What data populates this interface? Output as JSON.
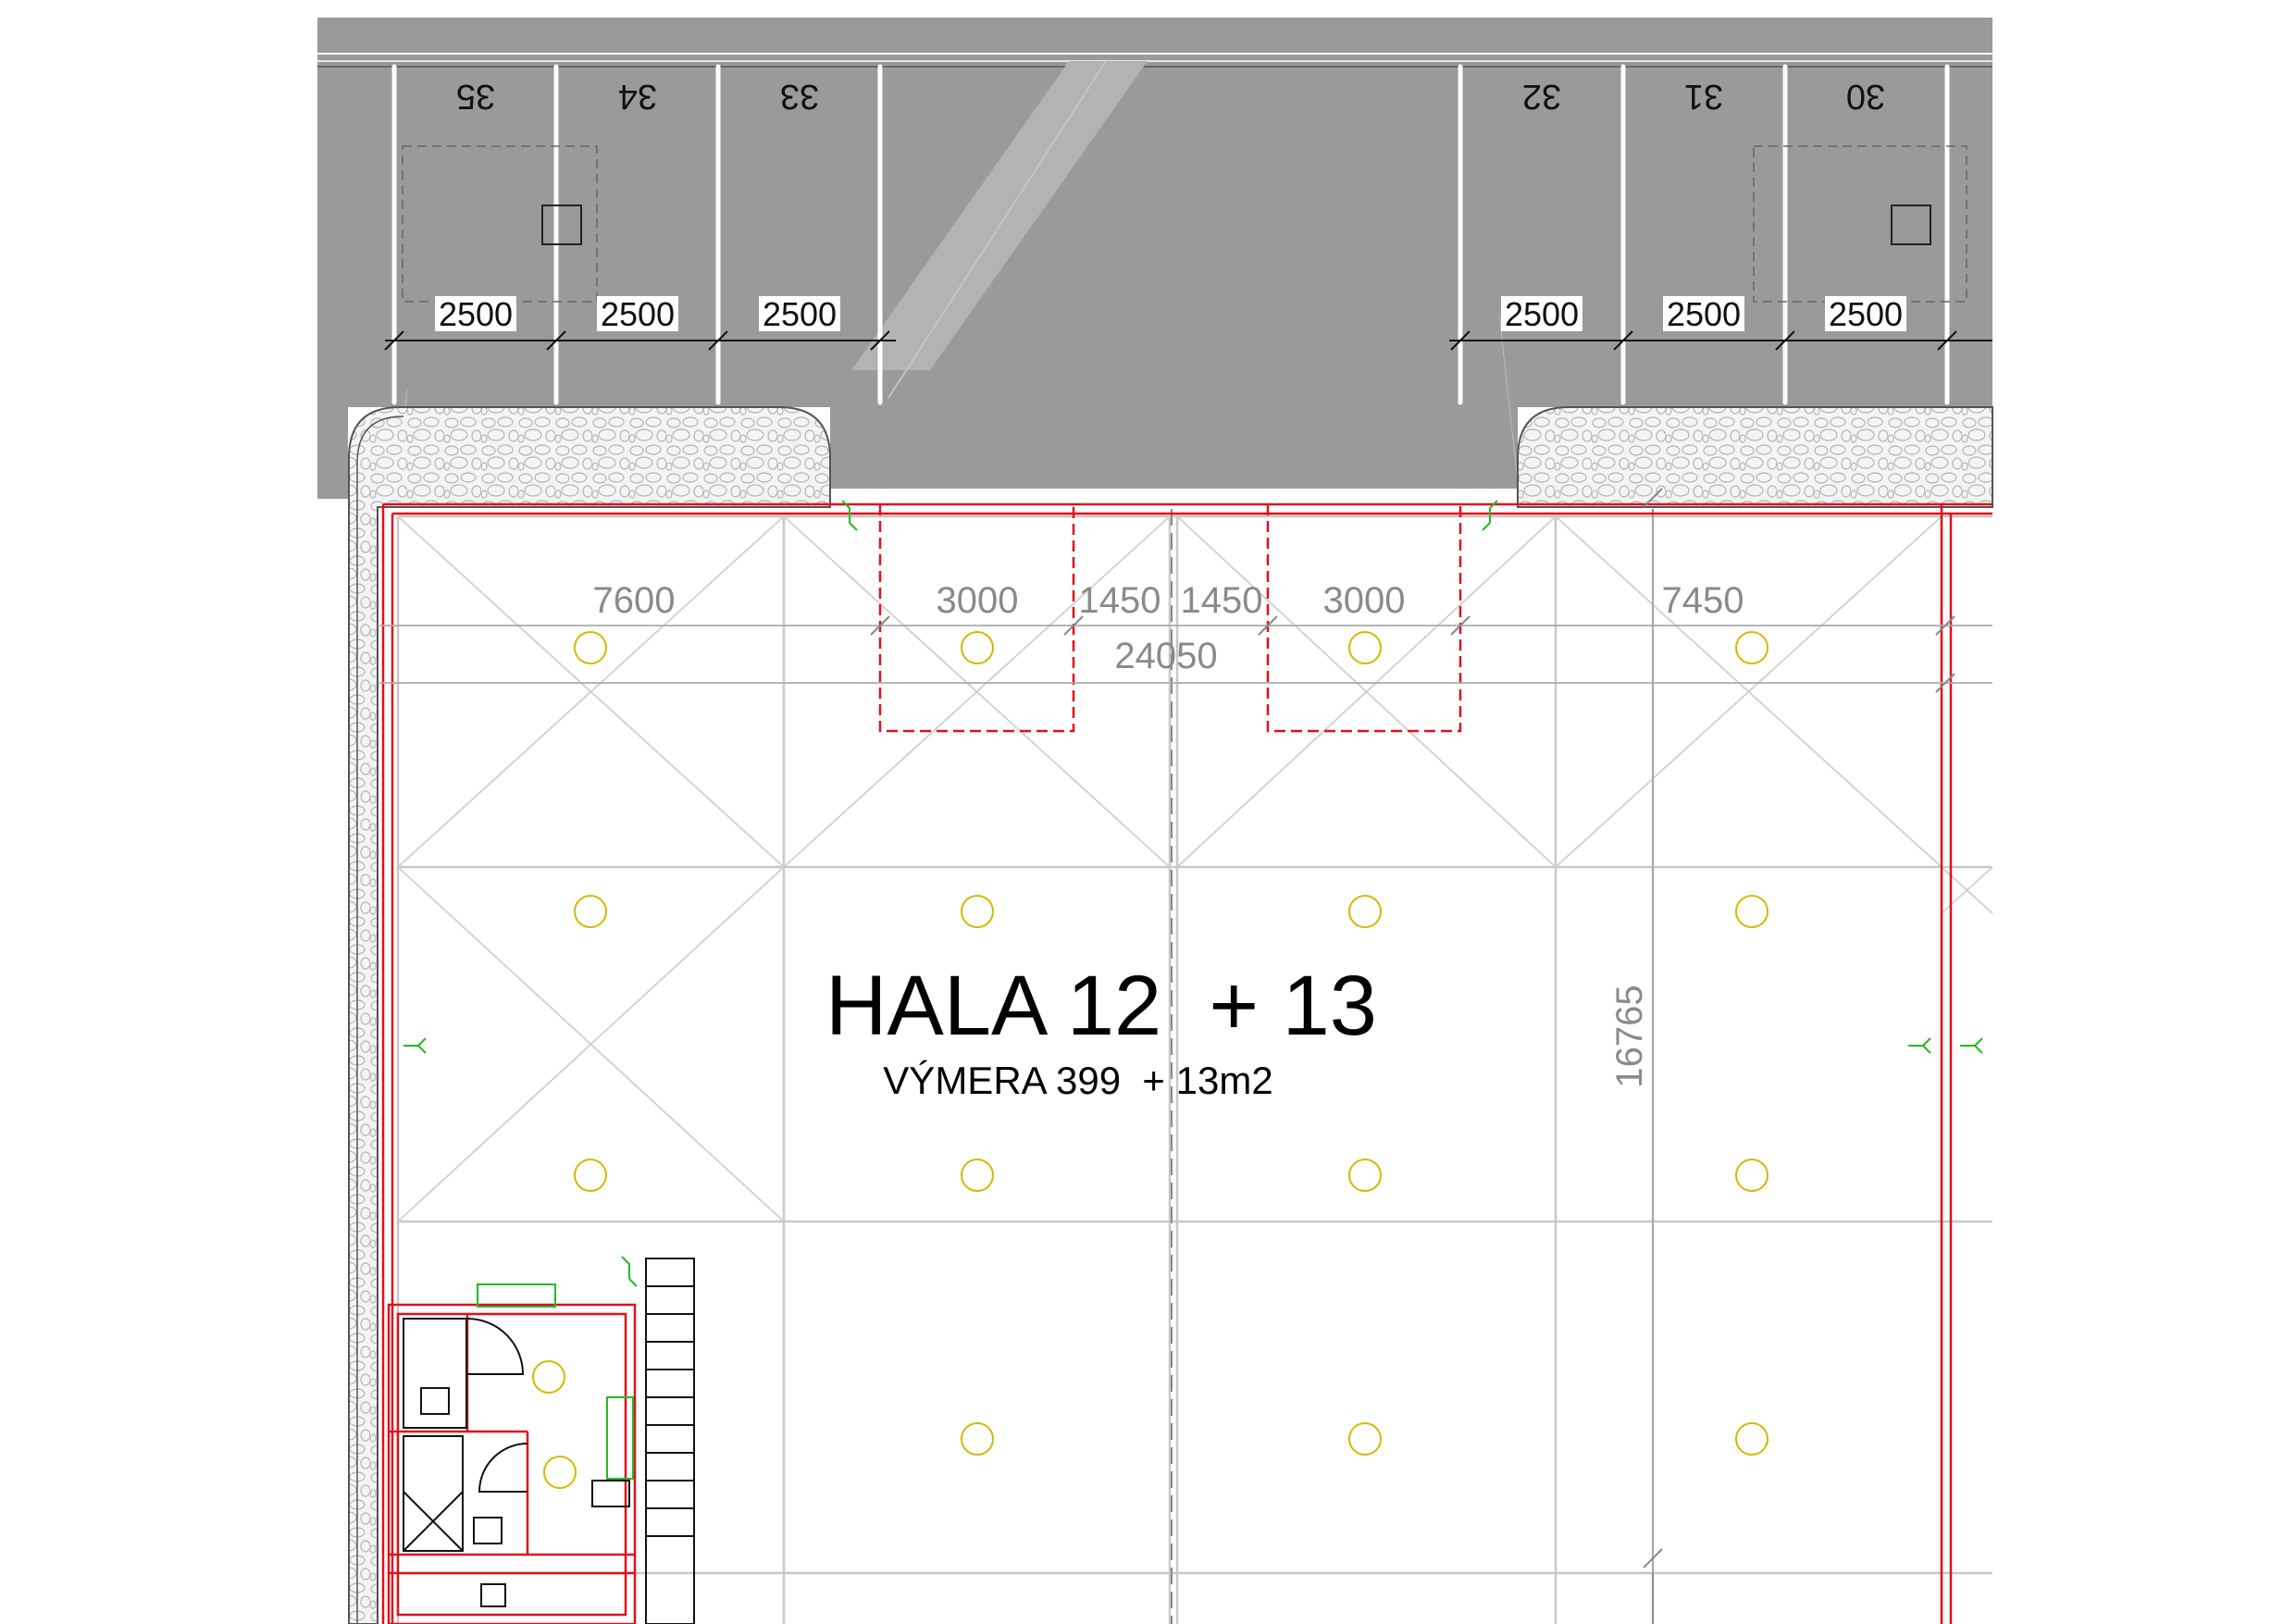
{
  "hall": {
    "title": "HALA 12  + 13",
    "area": "VÝMERA 399  + 13m2"
  },
  "parking": {
    "spaces": [
      "35",
      "34",
      "33",
      "32",
      "31",
      "30"
    ],
    "widths": [
      "2500",
      "2500",
      "2500",
      "2500",
      "2500",
      "2500"
    ]
  },
  "dimensions": {
    "top": [
      "7600",
      "3000",
      "1450",
      "1450",
      "3000",
      "7450"
    ],
    "overall": "24050",
    "depth": "16765"
  },
  "colors": {
    "asphalt": "#999999",
    "walls": "#e0101a",
    "lights": "#d4b800",
    "exits": "#22bb22",
    "structure": "#c8c8c8"
  }
}
